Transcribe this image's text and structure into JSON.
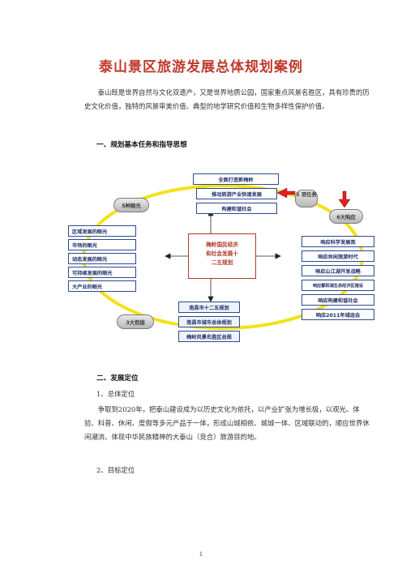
{
  "doc": {
    "title": "泰山景区旅游发展总体规划案例",
    "intro": "泰山既是世界自然与文化双遗产，又是世界地质公园，国家重点风景名胜区，具有珍贵的历史文化价值，独特的风景审美价值、典型的地学研究价值和生物多样性保护价值。",
    "section1": "一、规划基本任务和指导思想",
    "section2": "二、发展定位",
    "sub1": "1、总体定位",
    "positioning": "争取到2020年，把泰山建设成为以历史文化为依托，以产业扩张为增长极，以观光、体验、科普、休闲、度假等多元产品于一体，形成山城相依、城城一体、区域联动的，顺应世界休闲潮流、体现中华民族精神的大泰山（竞合）旅游目的地。",
    "sub2": "2、目标定位",
    "page": "1"
  },
  "diagram": {
    "top_boxes": [
      "全面打造新梅岭",
      "推动旅游产业快速发展",
      "构建和谐社会"
    ],
    "center": [
      "梅岭国民经济",
      "和社会发展十",
      "二五规划"
    ],
    "left_badge": "5种眼光",
    "left_boxes": [
      "区域发展的眼光",
      "市场的眼光",
      "动态发展的眼光",
      "可持续发展的眼光",
      "大产业的眼光"
    ],
    "right_top_badge": "3 项任务",
    "right_badge": "6大响应",
    "right_boxes": [
      "响应科学发展观",
      "响应休闲旅游时代",
      "响应山江湖开发战略",
      "响应鄱阳湖生态经济区建设",
      "响应构建和谐社会",
      "响应2011年城运会"
    ],
    "bottom_badge": "3大衔接",
    "bottom_boxes": [
      "南昌市十二五规划",
      "南昌市城市总体规划",
      "梅岭风景名胜区总规"
    ],
    "colors": {
      "ellipse": "#f2e218",
      "arrow": "#e02020",
      "box_border": "#2e4a8b",
      "center_text": "#b03a2e"
    }
  }
}
